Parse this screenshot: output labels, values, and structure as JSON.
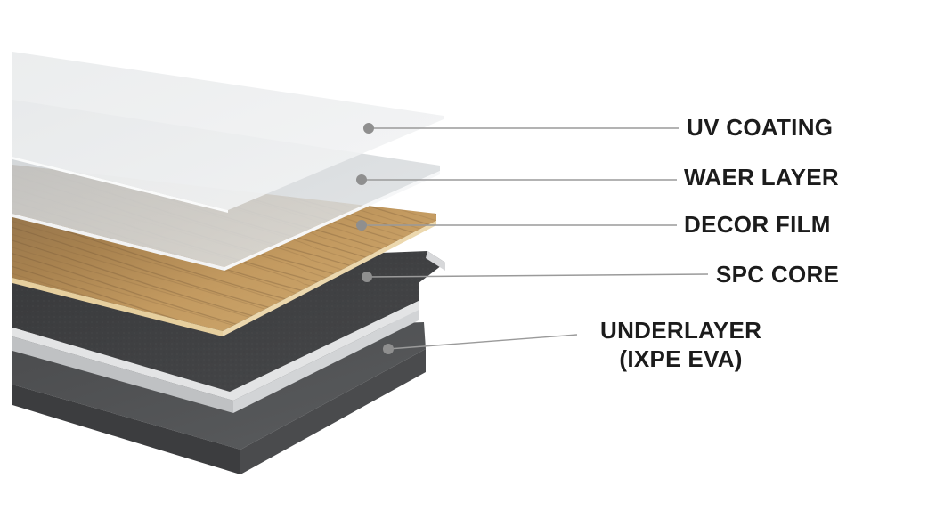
{
  "layers": [
    {
      "id": "uv-coating",
      "label": "UV COATING"
    },
    {
      "id": "wear-layer",
      "label": "WAER LAYER"
    },
    {
      "id": "decor-film",
      "label": "DECOR FILM"
    },
    {
      "id": "spc-core",
      "label": "SPC CORE"
    },
    {
      "id": "underlayer",
      "label_line1": "UNDERLAYER",
      "label_line2": "(IXPE EVA)"
    }
  ],
  "colors": {
    "uv_coating": "#e6e8e9",
    "wear_layer": "#d3d6d8",
    "decor_film": "#b08a55",
    "spc_core": "#3f4042",
    "underlayer": "#555759",
    "leader_line": "#9a9a9a",
    "label_text": "#1c1c1c"
  }
}
